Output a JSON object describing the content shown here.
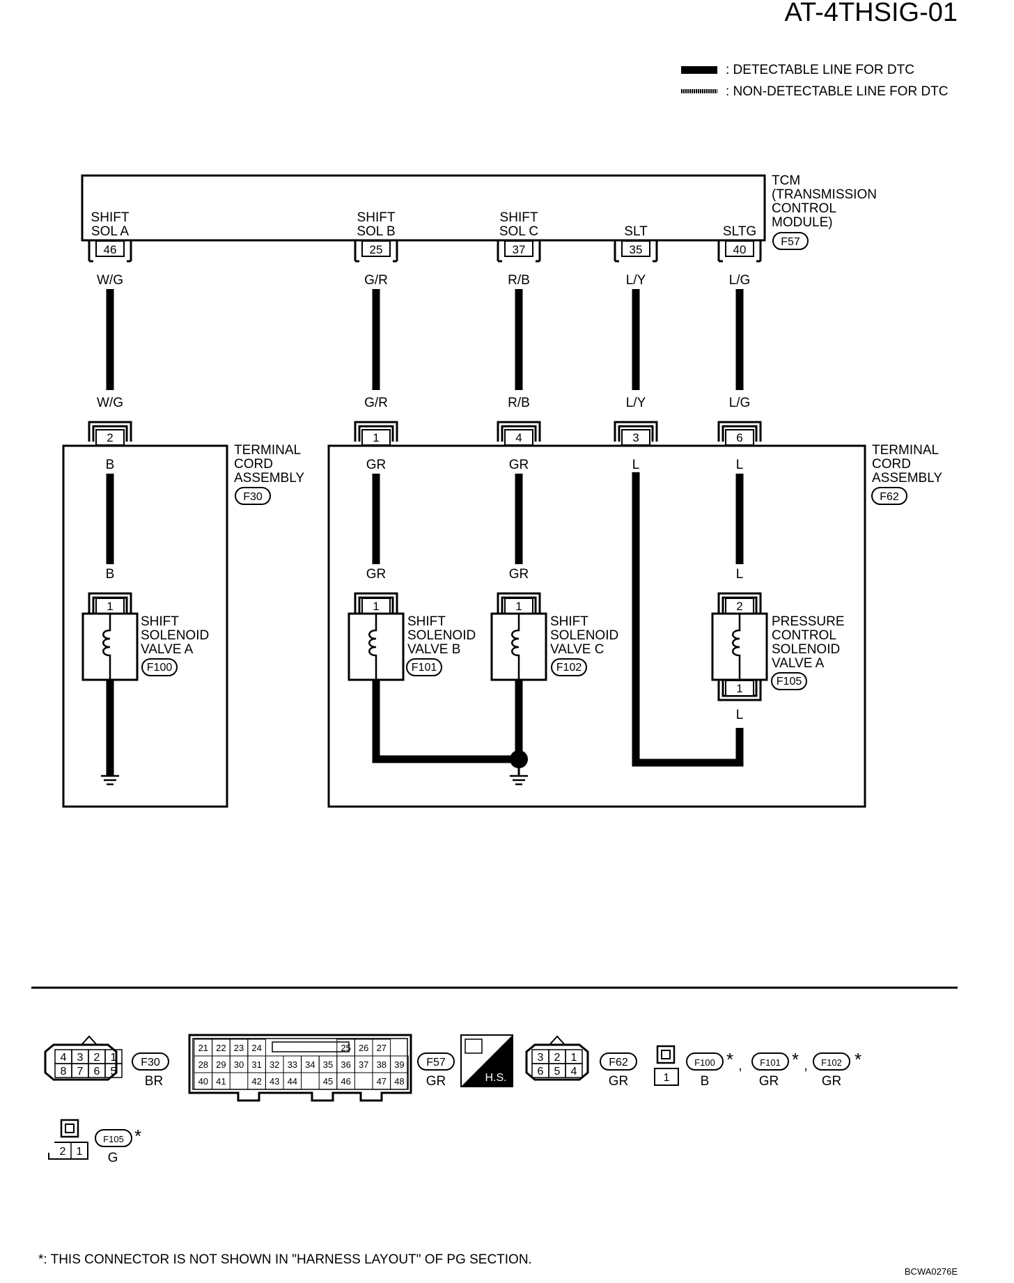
{
  "diagram_id": "AT-4THSIG-01",
  "figure_code": "BCWA0276E",
  "legend": {
    "detectable": ": DETECTABLE LINE FOR DTC",
    "non_detectable": ": NON-DETECTABLE LINE FOR DTC"
  },
  "tcm": {
    "name": [
      "TCM",
      "(TRANSMISSION",
      "CONTROL",
      "MODULE)"
    ],
    "connector": "F57",
    "terminals": [
      {
        "name": [
          "SHIFT",
          "SOL A"
        ],
        "pin": "46",
        "wire": "W/G"
      },
      {
        "name": [
          "SHIFT",
          "SOL B"
        ],
        "pin": "25",
        "wire": "G/R"
      },
      {
        "name": [
          "SHIFT",
          "SOL C"
        ],
        "pin": "37",
        "wire": "R/B"
      },
      {
        "name": [
          "SLT"
        ],
        "pin": "35",
        "wire": "L/Y"
      },
      {
        "name": [
          "SLTG"
        ],
        "pin": "40",
        "wire": "L/G"
      }
    ]
  },
  "assembly_f30": {
    "name": [
      "TERMINAL",
      "CORD",
      "ASSEMBLY"
    ],
    "connector": "F30",
    "pin": "2",
    "inner_wire": "B",
    "solenoid": {
      "name": [
        "SHIFT",
        "SOLENOID",
        "VALVE A"
      ],
      "connector": "F100",
      "wire": "B",
      "pin": "1"
    }
  },
  "assembly_f62": {
    "name": [
      "TERMINAL",
      "CORD",
      "ASSEMBLY"
    ],
    "connector": "F62",
    "pins": [
      "1",
      "4",
      "3",
      "6"
    ],
    "inner_wires": [
      "GR",
      "GR",
      "L",
      "L"
    ],
    "solenoids": [
      {
        "name": [
          "SHIFT",
          "SOLENOID",
          "VALVE B"
        ],
        "connector": "F101",
        "wire": "GR",
        "pin": "1"
      },
      {
        "name": [
          "SHIFT",
          "SOLENOID",
          "VALVE C"
        ],
        "connector": "F102",
        "wire": "GR",
        "pin": "1"
      },
      {
        "name": [
          "PRESSURE",
          "CONTROL",
          "SOLENOID",
          "VALVE A"
        ],
        "connector": "F105",
        "wire": "L",
        "pin_top": "2",
        "pin_bottom": "1",
        "wire_bottom": "L"
      }
    ]
  },
  "connector_views": {
    "f30": {
      "code": "F30",
      "color": "BR",
      "top_pins": [
        "4",
        "3",
        "2",
        "1"
      ],
      "bottom_pins": [
        "8",
        "7",
        "6",
        "5"
      ]
    },
    "f57": {
      "code": "F57",
      "color": "GR",
      "row1": [
        "21",
        "22",
        "23",
        "24",
        "25",
        "26",
        "27"
      ],
      "row2": [
        "28",
        "29",
        "30",
        "31",
        "32",
        "33",
        "34",
        "35",
        "36",
        "37",
        "38",
        "39"
      ],
      "row3": [
        "40",
        "41",
        "42",
        "43",
        "44",
        "45",
        "46",
        "47",
        "48"
      ]
    },
    "hs_label": "H.S.",
    "f62": {
      "code": "F62",
      "color": "GR",
      "top_pins": [
        "3",
        "2",
        "1"
      ],
      "bottom_pins": [
        "6",
        "5",
        "4"
      ]
    },
    "single": {
      "pin": "1"
    },
    "f100": {
      "code": "F100",
      "color": "B"
    },
    "f101": {
      "code": "F101",
      "color": "GR"
    },
    "f102": {
      "code": "F102",
      "color": "GR"
    },
    "f105": {
      "code": "F105",
      "color": "G",
      "pins": [
        "2",
        "1"
      ]
    },
    "star": "*",
    "comma": ","
  },
  "footnote": "*: THIS CONNECTOR IS NOT SHOWN IN \"HARNESS LAYOUT\" OF PG SECTION."
}
